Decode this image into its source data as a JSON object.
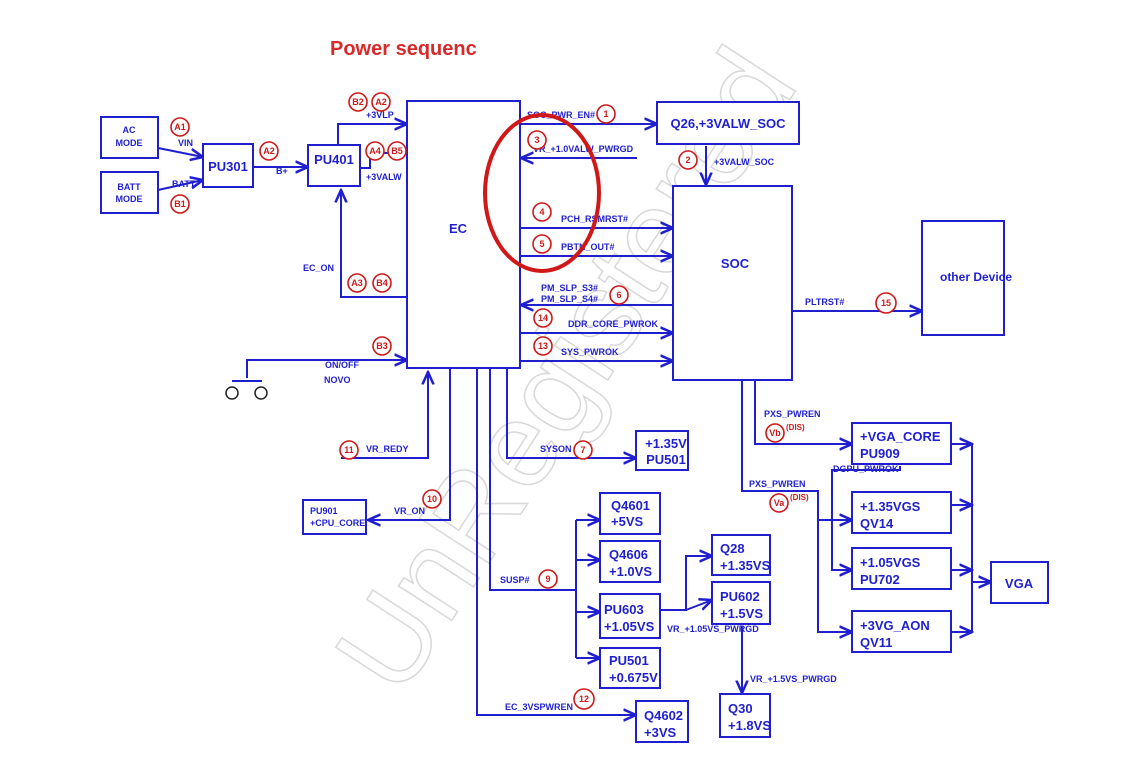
{
  "title": "Power sequenc",
  "watermark": "UnRegistered",
  "blocks": {
    "ac_mode": [
      "AC",
      "MODE"
    ],
    "batt_mode": [
      "BATT",
      "MODE"
    ],
    "pu301": "PU301",
    "pu401": "PU401",
    "ec": "EC",
    "q26": "Q26,+3VALW_SOC",
    "soc": "SOC",
    "other_device": "other Device",
    "pu501_135": [
      "+1.35V",
      "PU501"
    ],
    "pu901": [
      "PU901",
      "+CPU_CORE"
    ],
    "q4601": [
      "Q4601",
      "+5VS"
    ],
    "q4606": [
      "Q4606",
      "+1.0VS"
    ],
    "pu603": [
      "PU603",
      "+1.05VS"
    ],
    "pu501_0675": [
      "PU501",
      "+0.675V"
    ],
    "q28": [
      "Q28",
      "+1.35VS"
    ],
    "pu602": [
      "PU602",
      "+1.5VS"
    ],
    "q30": [
      "Q30",
      "+1.8VS"
    ],
    "q4602": [
      "Q4602",
      "+3VS"
    ],
    "pu909": [
      "+VGA_CORE",
      "PU909"
    ],
    "qv14": [
      "+1.35VGS",
      "QV14"
    ],
    "pu702": [
      "+1.05VGS",
      "PU702"
    ],
    "qv11": [
      "+3VG_AON",
      "QV11"
    ],
    "vga": "VGA"
  },
  "signals": {
    "vin": "VIN",
    "batt": "BATT",
    "bplus": "B+",
    "p3vlp": "+3VLP",
    "p3valw": "+3VALW",
    "ec_on": "EC_ON",
    "onoff": "ON/OFF",
    "novo": "NOVO",
    "soc_pwr_en": "SOC_PWR_EN#",
    "vr_pwrgd": "VR_+1.0VALW_PWRGD",
    "p3valw_soc": "+3VALW_SOC",
    "pch_rsmrst": "PCH_RSMRST#",
    "pbtn_out": "PBTN_OUT#",
    "pm_slp_s3": "PM_SLP_S3#",
    "pm_slp_s4": "PM_SLP_S4#",
    "ddr_core_pwrok": "DDR_CORE_PWROK",
    "sys_pwrok": "SYS_PWROK",
    "pltrst": "PLTRST#",
    "vr_redy": "VR_REDY",
    "vr_on": "VR_ON",
    "syson": "SYSON",
    "susp": "SUSP#",
    "ec_3vspwren": "EC_3VSPWREN",
    "vr_105vs_pwrgd": "VR_+1.05VS_PWRGD",
    "vr_15vs_pwrgd": "VR_+1.5VS_PWRGD",
    "pxs_pwren_1": "PXS_PWREN",
    "pxs_pwren_2": "PXS_PWREN",
    "dgpu_pwrok": "DGPU_PWROK",
    "dis_1": "(DIS)",
    "dis_2": "(DIS)"
  },
  "badges": {
    "a1": "A1",
    "b1": "B1",
    "a2": "A2",
    "b2": "B2",
    "a2b": "A2",
    "a4": "A4",
    "b5": "B5",
    "a3": "A3",
    "b4": "B4",
    "b3": "B3",
    "n1": "1",
    "n2": "2",
    "n3": "3",
    "n4": "4",
    "n5": "5",
    "n6": "6",
    "n7": "7",
    "n9": "9",
    "n10": "10",
    "n11": "11",
    "n12": "12",
    "n13": "13",
    "n14": "14",
    "n15": "15",
    "vb": "Vb",
    "va": "Va"
  },
  "colors": {
    "wire": "#1f1fd0",
    "badge": "#d01818",
    "title": "#d82a2a",
    "highlight": "#d01818"
  }
}
